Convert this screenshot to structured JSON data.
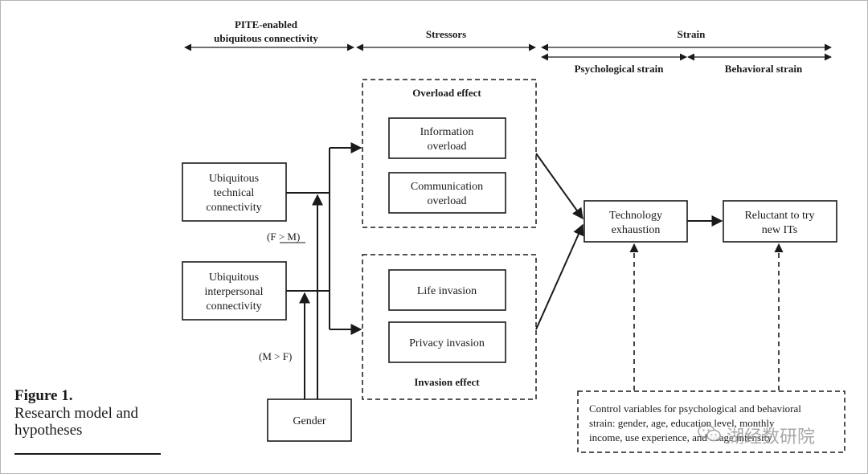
{
  "header": {
    "col1_line1": "PITE-enabled",
    "col1_line2": "ubiquitous connectivity",
    "col2": "Stressors",
    "col3": "Strain",
    "col3a": "Psychological strain",
    "col3b": "Behavioral strain"
  },
  "antecedents": {
    "technical": [
      "Ubiquitous",
      "technical",
      "connectivity"
    ],
    "interpersonal": [
      "Ubiquitous",
      "interpersonal",
      "connectivity"
    ],
    "gender": "Gender",
    "f_gt_m": "(F > M)",
    "m_gt_f": "(M > F)"
  },
  "stressors": {
    "overload_title": "Overload effect",
    "info_overload": [
      "Information",
      "overload"
    ],
    "comm_overload": [
      "Communication",
      "overload"
    ],
    "invasion_title": "Invasion effect",
    "life_invasion": "Life invasion",
    "privacy_invasion": "Privacy invasion"
  },
  "strain": {
    "exhaustion": [
      "Technology",
      "exhaustion"
    ],
    "reluctant": [
      "Reluctant to try",
      "new ITs"
    ]
  },
  "controls": [
    "Control variables for psychological and behavioral",
    "strain: gender, age, education level, monthly",
    "income, use experience, and usage intensity"
  ],
  "caption": {
    "figure": "Figure 1.",
    "line1": "Research model and",
    "line2": "hypotheses"
  },
  "watermark": "湖经数研院"
}
